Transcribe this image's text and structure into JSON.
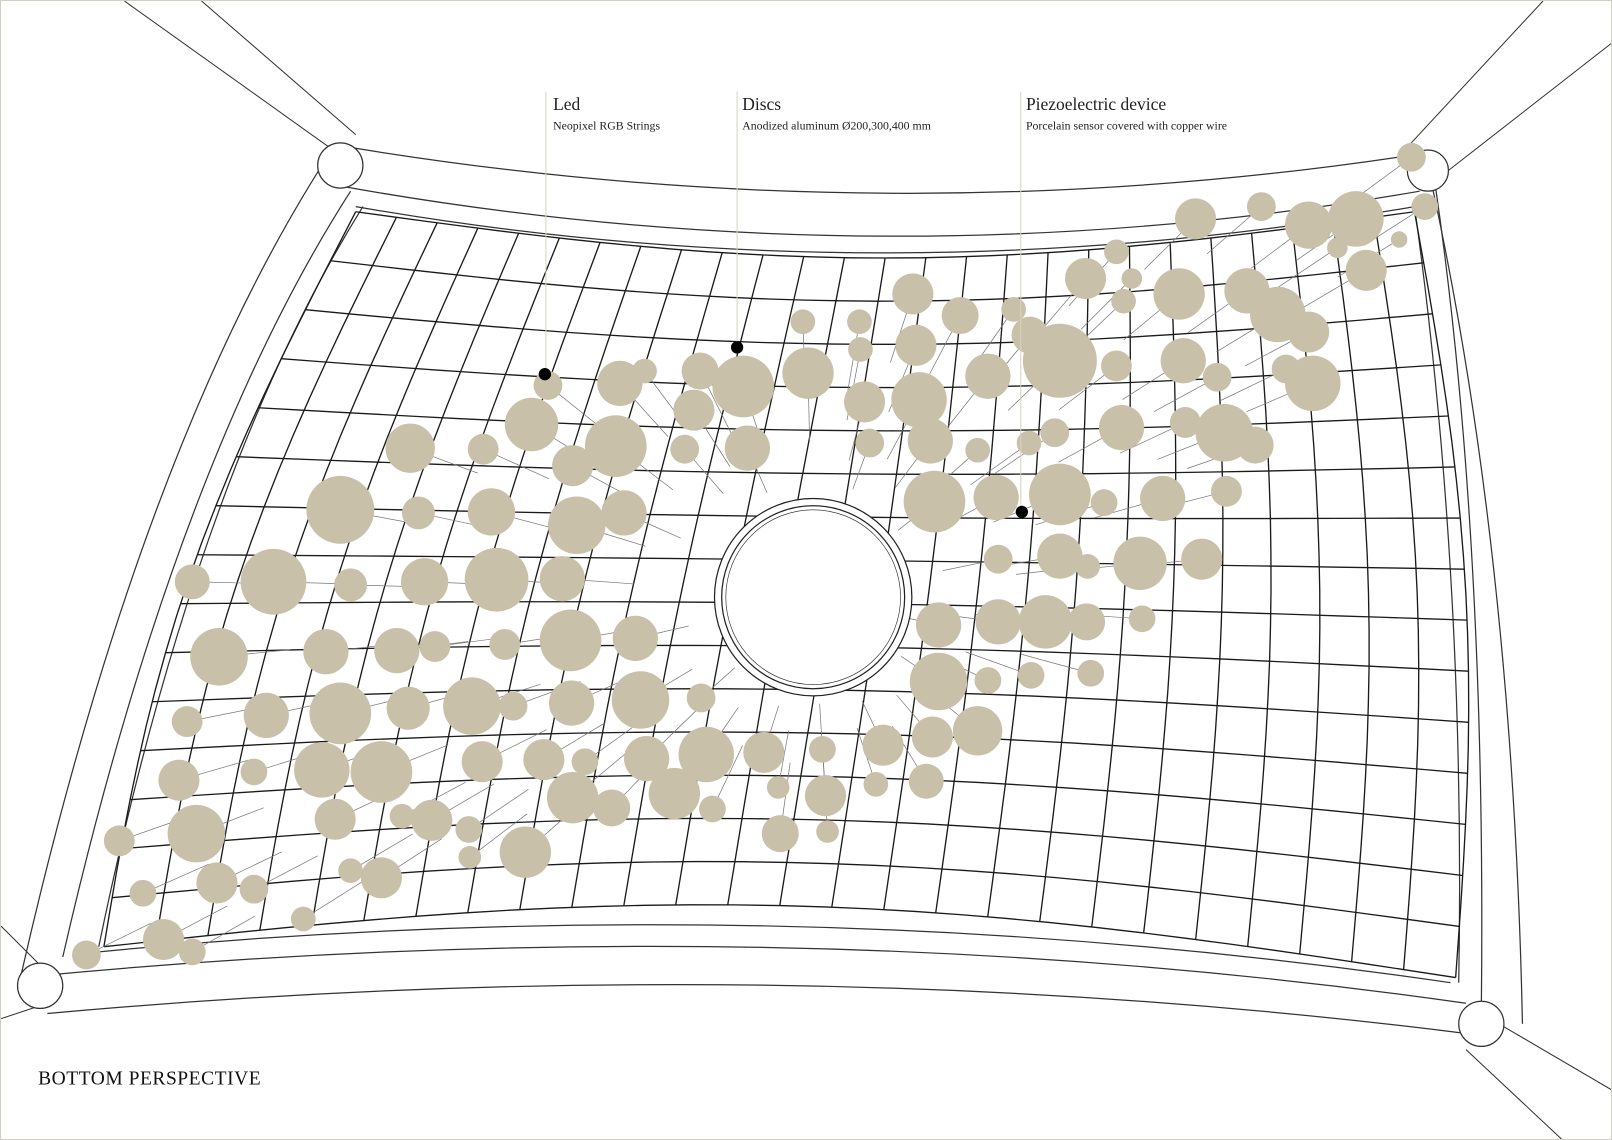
{
  "callouts": [
    {
      "title": "Led",
      "subtitle": "Neopixel RGB Strings"
    },
    {
      "title": "Discs",
      "subtitle": "Anodized aluminum Ø200,300,400 mm"
    },
    {
      "title": "Piezoelectric device",
      "subtitle": "Porcelain sensor covered with copper wire"
    }
  ],
  "view_title": "BOTTOM PERSPECTIVE",
  "colors": {
    "disc": "#c9c0aa",
    "leader": "#d9d3bd",
    "line": "#222222"
  }
}
